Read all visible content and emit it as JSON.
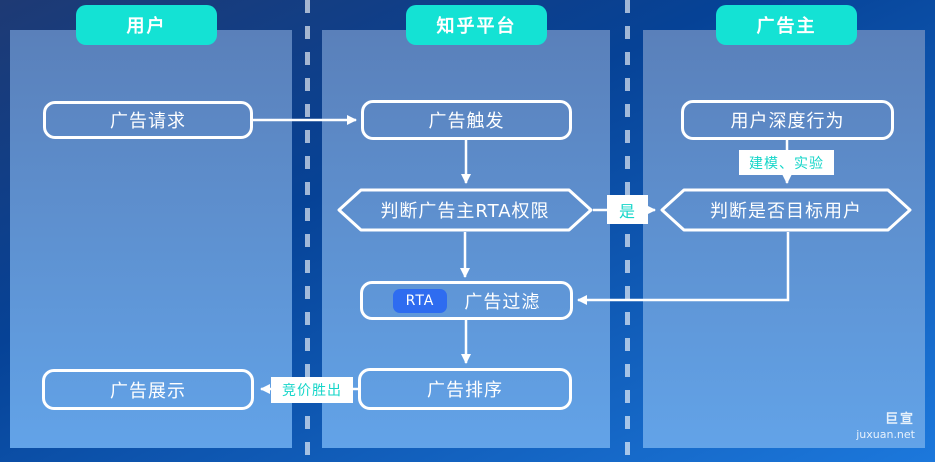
{
  "diagram": {
    "title_context": "RTA ad-serving flowchart",
    "lanes": [
      {
        "id": "user",
        "label": "用户"
      },
      {
        "id": "platform",
        "label": "知乎平台"
      },
      {
        "id": "advertiser",
        "label": "广告主"
      }
    ],
    "nodes": {
      "ad_request": "广告请求",
      "ad_trigger": "广告触发",
      "judge_rta": "判断广告主RTA权限",
      "ad_filter": "广告过滤",
      "rta_badge": "RTA",
      "ad_rank": "广告排序",
      "ad_display": "广告展示",
      "user_behavior": "用户深度行为",
      "judge_target": "判断是否目标用户"
    },
    "edge_labels": {
      "yes": "是",
      "modeling": "建模、实验",
      "bid_win": "竞价胜出"
    },
    "colors": {
      "header_pill": "#14e2d4",
      "edge_label_text": "#16d6c9",
      "rta_badge_bg": "#2e6cf0",
      "lane_top": "#5a80ba",
      "lane_bottom": "#62a3e8",
      "background_top": "#064296",
      "background_bottom": "#1c78dc",
      "line": "#ffffff"
    },
    "watermark": {
      "line1": "巨宣",
      "line2": "juxuan.net"
    }
  }
}
